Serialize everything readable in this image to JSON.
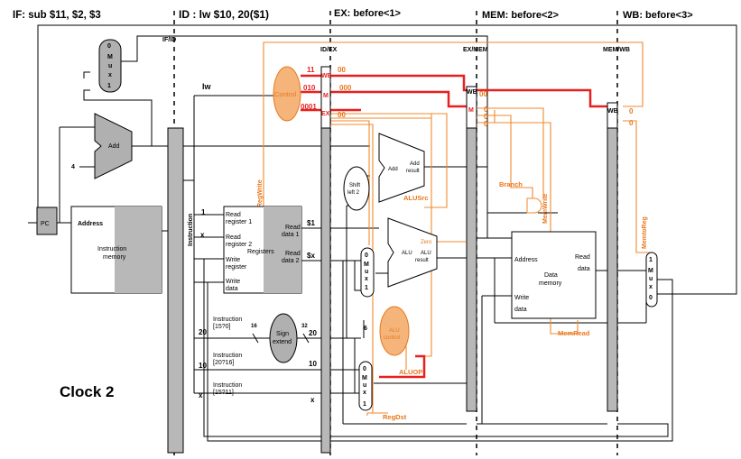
{
  "stages": {
    "if": "IF: sub $11, $2, $3",
    "id": "ID : lw $10, 20($1)",
    "ex": "EX: before<1>",
    "mem": "MEM: before<2>",
    "wb": "WB: before<3>"
  },
  "pipeline_registers": {
    "ifid": "IF/ID",
    "idex": "ID/EX",
    "exmem": "EX/MEM",
    "memwb": "MEM/WB"
  },
  "clock": "Clock 2",
  "instruction_name": "lw",
  "pc": "PC",
  "instruction_memory": {
    "address": "Address",
    "label1": "Instruction",
    "label2": "memory"
  },
  "instruction_bus": "Instruction",
  "add_pc": {
    "label": "Add",
    "four": "4"
  },
  "pc_mux": {
    "top": "0",
    "letters": "M\nu\nx",
    "bottom": "1"
  },
  "control": "Control",
  "control_bits": {
    "wb": "11",
    "m": "010",
    "ex": "0001"
  },
  "field_labels": {
    "wb": "WB",
    "m": "M",
    "ex": "EX"
  },
  "values": {
    "idex_wb_out": "00",
    "idex_m_out": "000",
    "idex_ex_out": "00",
    "exmem_wb_out": "00",
    "exmem_m_out0": "0",
    "exmem_m_out1": "0",
    "exmem_m_out2": "0",
    "memwb_wb_out0": "0",
    "memwb_wb_out1": "0"
  },
  "signals": {
    "regwrite": "RegWrite",
    "branch": "Branch",
    "memwrite": "MemWrite",
    "memtoreg": "MemtoReg",
    "memread": "MemRead",
    "alusrc": "ALUSrc",
    "aluop": "ALUOP",
    "regdst": "RegDst",
    "zero": "Zero"
  },
  "registers": {
    "read_reg1": "Read register 1",
    "read_reg2": "Read register 2",
    "write_reg": "Write register",
    "write_data": "Write data",
    "read_data1": "Read data 1",
    "read_data2": "Read data 2",
    "title": "Registers",
    "in1": "1",
    "inx": "x",
    "out1": "$1",
    "out2": "$x"
  },
  "sign_extend": {
    "label1": "Sign",
    "label2": "extend",
    "in_bits": "16",
    "out_bits": "32",
    "value": "20"
  },
  "instr_fields": [
    {
      "label1": "Instruction",
      "label2": "[15?0]",
      "value": "20"
    },
    {
      "label1": "Instruction",
      "label2": "[20?16]",
      "value": "10"
    },
    {
      "label1": "Instruction",
      "label2": "[15?11]",
      "value": "x"
    }
  ],
  "instr_field_outputs": {
    "rt": "10",
    "rd": "x"
  },
  "shift_left": {
    "label1": "Shift",
    "label2": "left 2"
  },
  "branch_adder": {
    "small": "Add",
    "label1": "Add",
    "label2": "result"
  },
  "alu": {
    "small": "ALU",
    "label1": "ALU",
    "label2": "result"
  },
  "alu_control": {
    "label1": "ALU",
    "label2": "control",
    "bits": "6"
  },
  "alu_mux": {
    "top": "0",
    "letters": "M\nu\nx",
    "bottom": "1"
  },
  "regdst_mux": {
    "top": "0",
    "letters": "M\nu\nx",
    "bottom": "1"
  },
  "wb_mux": {
    "top": "1",
    "letters": "M\nu\nx",
    "bottom": "0"
  },
  "data_memory": {
    "address": "Address",
    "read": "Read",
    "data_out": "data",
    "label1": "Data",
    "label2": "memory",
    "write": "Write",
    "data_in": "data"
  }
}
